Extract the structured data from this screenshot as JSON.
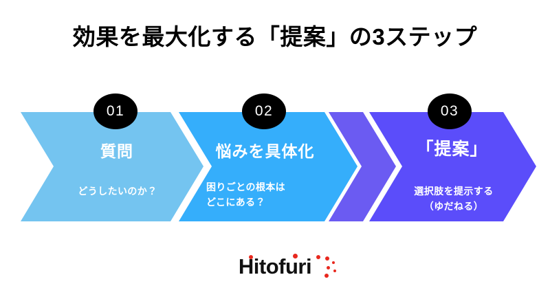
{
  "slide": {
    "background_color": "#ffffff",
    "title": "効果を最大化する「提案」の3ステップ"
  },
  "steps": [
    {
      "badge": "01",
      "heading": "質問",
      "desc_line1": "どうしたいのか？",
      "desc_line2": "",
      "color": "#74c4f0"
    },
    {
      "badge": "02",
      "heading": "悩みを具体化",
      "desc_line1": "困りごとの根本は",
      "desc_line2": "どこにある？",
      "color": "#35aefb"
    },
    {
      "badge": "03",
      "heading": "「提案」",
      "desc_line1": "選択肢を提示する",
      "desc_line2": "（ゆだねる）",
      "color": "#5b4dfa"
    }
  ],
  "separator": {
    "color": "#6b5bf2"
  },
  "badge_style": {
    "background_color": "#000000",
    "text_color": "#ffffff"
  },
  "logo": {
    "text": "Hitofuri",
    "text_color": "#111111",
    "dot_color": "#e8281e"
  }
}
